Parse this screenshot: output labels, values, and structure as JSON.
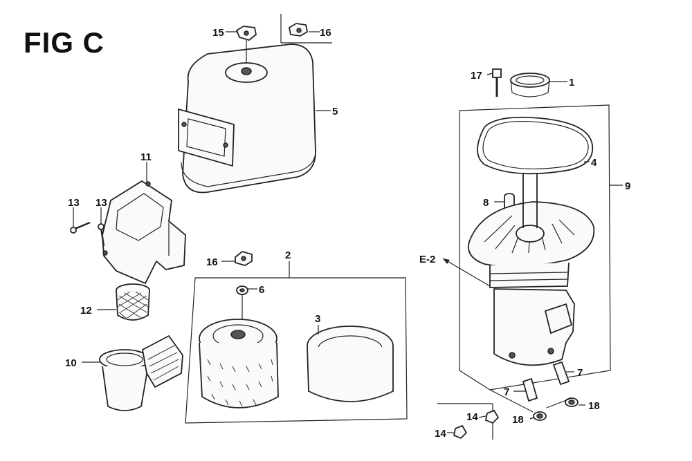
{
  "figure": {
    "title": "FIG C"
  },
  "callouts": {
    "c1": "1",
    "c2": "2",
    "c3": "3",
    "c4": "4",
    "c5": "5",
    "c6": "6",
    "c7a": "7",
    "c7b": "7",
    "c8": "8",
    "c9": "9",
    "c10": "10",
    "c11": "11",
    "c12": "12",
    "c13a": "13",
    "c13b": "13",
    "c14a": "14",
    "c14b": "14",
    "c15": "15",
    "c16a": "16",
    "c16b": "16",
    "c17": "17",
    "c18a": "18",
    "c18b": "18",
    "ref_e2": "E-2"
  }
}
